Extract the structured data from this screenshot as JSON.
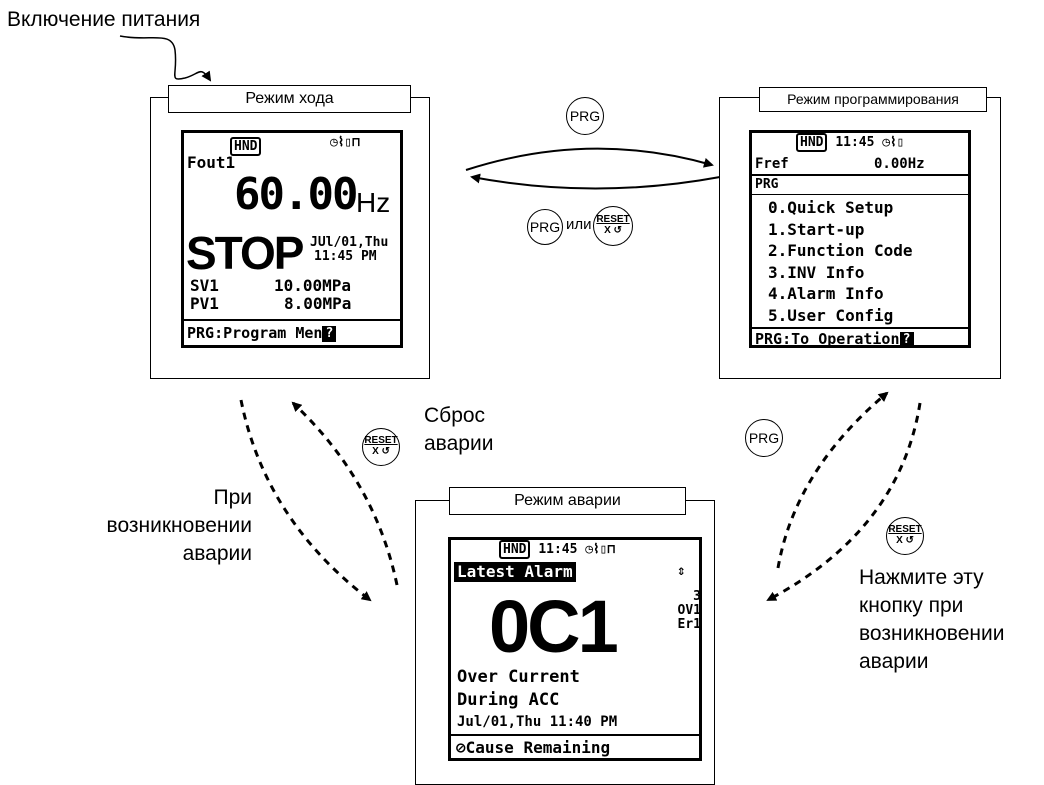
{
  "power_on_label": "Включение питания",
  "run_mode": {
    "title": "Режим хода",
    "lcd": {
      "badge": "HND",
      "icons": [
        "clock-icon",
        "trend-icon",
        "battery-icon",
        "lock-icon"
      ],
      "fout_label": "Fout1",
      "freq_value": "60.00",
      "freq_unit": "Hz",
      "status": "STOP",
      "date": "JUl/01,Thu",
      "time": "11:45 PM",
      "row1_label": "SV1",
      "row1_value": "10.00MPa",
      "row2_label": "PV1",
      "row2_value": "8.00MPa",
      "footer": "PRG:Program Men"
    }
  },
  "prog_mode": {
    "title": "Режим программирования",
    "lcd": {
      "badge": "HND",
      "clock": "11:45",
      "icons": [
        "clock-icon",
        "trend-icon",
        "battery-icon"
      ],
      "fref_label": "Fref",
      "fref_value": "0.00Hz",
      "menu_header": "PRG",
      "menu_items": [
        "0.Quick Setup",
        "1.Start-up",
        "2.Function Code",
        "3.INV Info",
        "4.Alarm Info",
        "5.User Config"
      ],
      "footer": "PRG:To Operation"
    }
  },
  "alarm_mode": {
    "title": "Режим аварии",
    "lcd": {
      "badge": "HND",
      "clock": "11:45",
      "icons": [
        "clock-icon",
        "trend-icon",
        "battery-icon",
        "lock-icon"
      ],
      "header": "Latest Alarm",
      "code": "0C1",
      "side_num": "3",
      "side_ov": "OV1",
      "side_er": "Er1",
      "desc1": "Over Current",
      "desc2": "During ACC",
      "datetime": "Jul/01,Thu 11:40 PM",
      "footer": "Cause Remaining"
    }
  },
  "buttons": {
    "prg": "PRG",
    "reset_top": "RESET",
    "reset_bottom": "X ↺",
    "or_word": "или"
  },
  "labels": {
    "reset_alarm_line1": "Сброс",
    "reset_alarm_line2": "аварии",
    "on_alarm": [
      "При",
      "возникновении",
      "аварии"
    ],
    "press_button": [
      "Нажмите эту",
      "кнопку при",
      "возникновении",
      "аварии"
    ]
  }
}
